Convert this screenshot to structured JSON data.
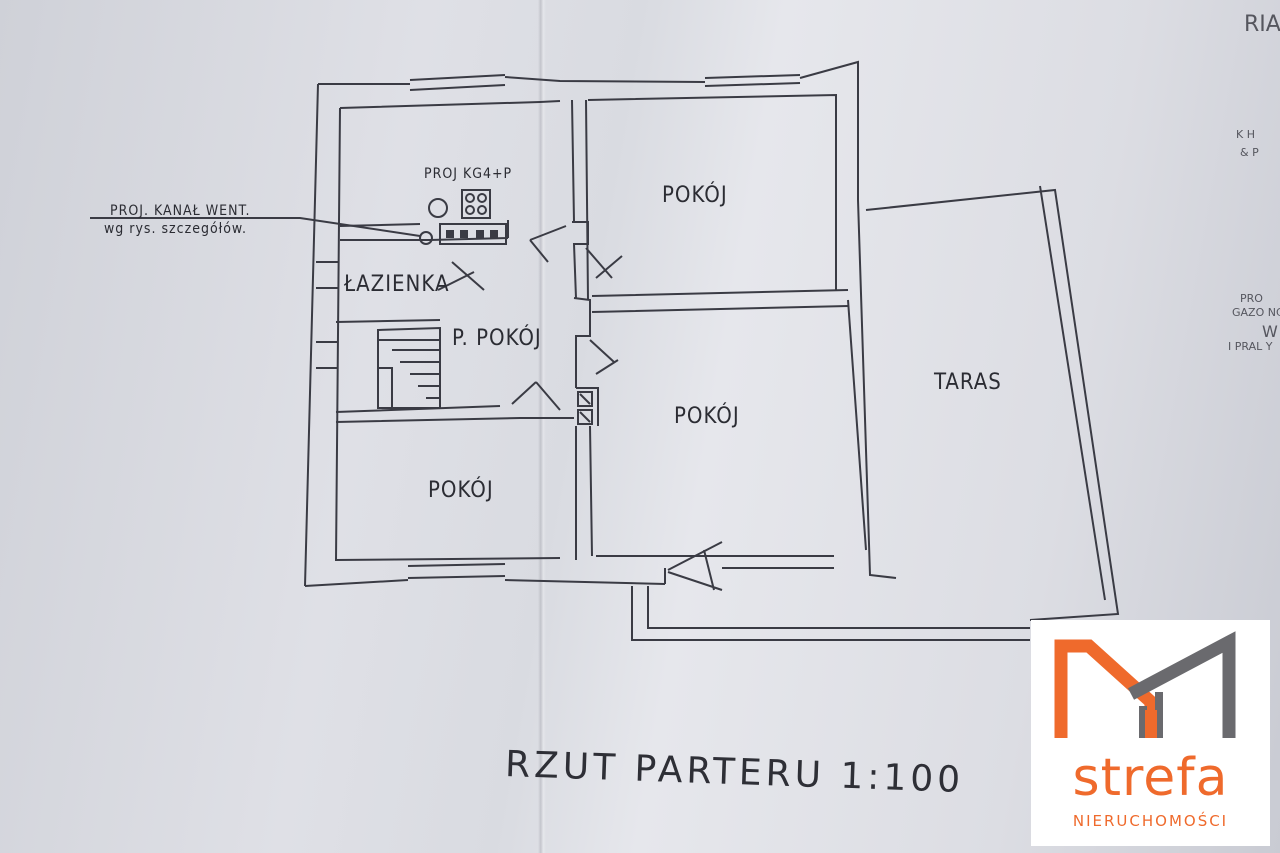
{
  "rooms": [
    {
      "label": "POKÓJ"
    },
    {
      "label": "POKÓJ"
    },
    {
      "label": "POKÓJ"
    },
    {
      "label": "ŁAZIENKA"
    },
    {
      "label": "P. POKÓJ"
    },
    {
      "label": "TARAS"
    }
  ],
  "notes": {
    "stove": "PROJ KG4+P",
    "vent_line1": "PROJ. KANAŁ WENT.",
    "vent_line2": "wg rys. szczegółów."
  },
  "title": "RZUT PARTERU 1:100",
  "edge_fragments": [
    "RIA",
    "K  H",
    "&  P",
    "PRO",
    "GAZO  NC",
    "W",
    "I PRAL   Y"
  ],
  "logo": {
    "brand": "strefa",
    "subtitle": "NIERUCHOMOŚCI",
    "colors": {
      "orange": "#ef6a2c",
      "gray": "#6a6a6e"
    }
  }
}
